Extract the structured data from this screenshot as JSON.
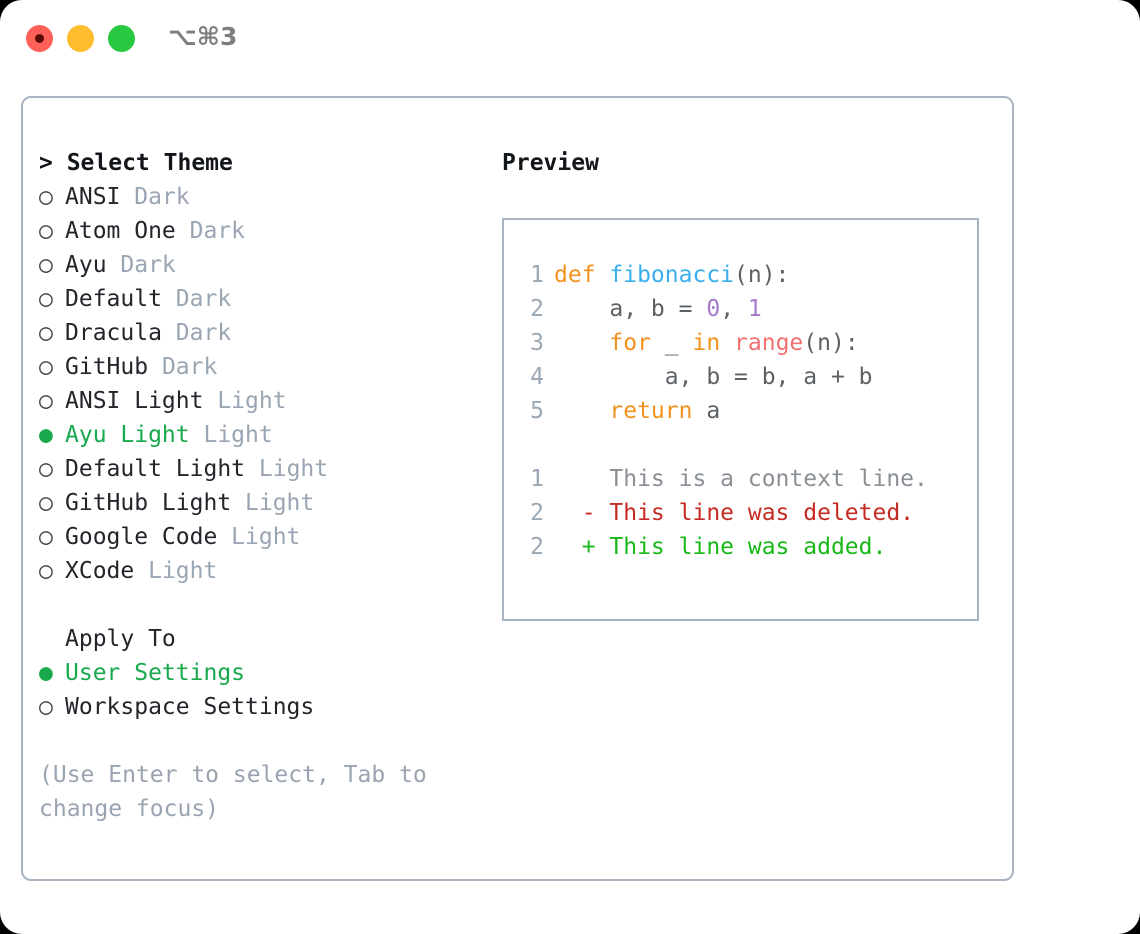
{
  "titlebar": {
    "shortcut": "⌥⌘3",
    "buttons": [
      "close",
      "minimize",
      "maximize"
    ]
  },
  "theme_selector": {
    "heading": "> Select Theme",
    "bullet_selected": "●",
    "bullet_unselected": "○",
    "items": [
      {
        "bullet": "○",
        "name": "ANSI",
        "variant": "Dark",
        "selected": false
      },
      {
        "bullet": "○",
        "name": "Atom One",
        "variant": "Dark",
        "selected": false
      },
      {
        "bullet": "○",
        "name": "Ayu",
        "variant": "Dark",
        "selected": false
      },
      {
        "bullet": "○",
        "name": "Default",
        "variant": "Dark",
        "selected": false
      },
      {
        "bullet": "○",
        "name": "Dracula",
        "variant": "Dark",
        "selected": false
      },
      {
        "bullet": "○",
        "name": "GitHub",
        "variant": "Dark",
        "selected": false
      },
      {
        "bullet": "○",
        "name": "ANSI Light",
        "variant": "Light",
        "selected": false
      },
      {
        "bullet": "●",
        "name": "Ayu Light",
        "variant": "Light",
        "selected": true
      },
      {
        "bullet": "○",
        "name": "Default Light",
        "variant": "Light",
        "selected": false
      },
      {
        "bullet": "○",
        "name": "GitHub Light",
        "variant": "Light",
        "selected": false
      },
      {
        "bullet": "○",
        "name": "Google Code",
        "variant": "Light",
        "selected": false
      },
      {
        "bullet": "○",
        "name": "XCode",
        "variant": "Light",
        "selected": false
      }
    ]
  },
  "apply_to": {
    "label": "Apply To",
    "options": [
      {
        "bullet": "●",
        "label": "User Settings",
        "selected": true
      },
      {
        "bullet": "○",
        "label": "Workspace Settings",
        "selected": false
      }
    ]
  },
  "hint": "(Use Enter to select, Tab to change focus)",
  "preview": {
    "title": "Preview",
    "code_lines": [
      {
        "number": "1",
        "tokens": [
          {
            "text": "def ",
            "type": "kw"
          },
          {
            "text": "fibonacci",
            "type": "fn"
          },
          {
            "text": "(n):",
            "type": "pln"
          }
        ]
      },
      {
        "number": "2",
        "tokens": [
          {
            "text": "    a, b = ",
            "type": "pln"
          },
          {
            "text": "0",
            "type": "num"
          },
          {
            "text": ", ",
            "type": "pln"
          },
          {
            "text": "1",
            "type": "num"
          }
        ]
      },
      {
        "number": "3",
        "tokens": [
          {
            "text": "    ",
            "type": "pln"
          },
          {
            "text": "for",
            "type": "kw"
          },
          {
            "text": " _ ",
            "type": "pln"
          },
          {
            "text": "in",
            "type": "kw"
          },
          {
            "text": " ",
            "type": "pln"
          },
          {
            "text": "range",
            "type": "call"
          },
          {
            "text": "(n):",
            "type": "pln"
          }
        ]
      },
      {
        "number": "4",
        "tokens": [
          {
            "text": "        a, b = b, a + b",
            "type": "pln"
          }
        ]
      },
      {
        "number": "5",
        "tokens": [
          {
            "text": "    ",
            "type": "pln"
          },
          {
            "text": "return",
            "type": "kw"
          },
          {
            "text": " a",
            "type": "pln"
          }
        ]
      }
    ],
    "diff_lines": [
      {
        "number": "1",
        "marker": " ",
        "text": " This is a context line.",
        "type": "ctx"
      },
      {
        "number": "2",
        "marker": "-",
        "text": " This line was deleted.",
        "type": "del"
      },
      {
        "number": "2",
        "marker": "+",
        "text": " This line was added.",
        "type": "add"
      }
    ]
  },
  "colors": {
    "accent_green": "#17A94C",
    "border": "#a9b4c2",
    "muted": "#9aa5b4",
    "keyword": "#F2921D",
    "function": "#39AFEE",
    "number": "#A37ACC",
    "call": "#F07171",
    "diff_deleted": "#C62B21",
    "diff_added": "#18B818"
  }
}
